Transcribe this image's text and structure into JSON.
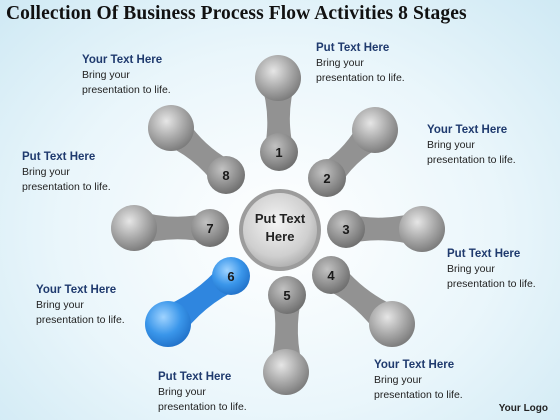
{
  "title": "Collection Of Business Process Flow Activities 8 Stages",
  "center_label": [
    "Put Text",
    "Here"
  ],
  "stages": [
    {
      "number": "1",
      "heading": "Put Text Here",
      "body": [
        "Bring your",
        "presentation to life."
      ],
      "highlighted": false
    },
    {
      "number": "2",
      "heading": "Your Text Here",
      "body": [
        "Bring your",
        "presentation to life."
      ],
      "highlighted": false
    },
    {
      "number": "3",
      "heading": "Put Text Here",
      "body": [
        "Bring your",
        "presentation to life."
      ],
      "highlighted": false
    },
    {
      "number": "4",
      "heading": "Your Text Here",
      "body": [
        "Bring your",
        "presentation to life."
      ],
      "highlighted": false
    },
    {
      "number": "5",
      "heading": "Put Text Here",
      "body": [
        "Bring your",
        "presentation to life."
      ],
      "highlighted": false
    },
    {
      "number": "6",
      "heading": "Your Text Here",
      "body": [
        "Bring your",
        "presentation to life."
      ],
      "highlighted": true
    },
    {
      "number": "7",
      "heading": "Put Text Here",
      "body": [
        "Bring your",
        "presentation to life."
      ],
      "highlighted": false
    },
    {
      "number": "8",
      "heading": "Your Text Here",
      "body": [
        "Bring your",
        "presentation to life."
      ],
      "highlighted": false
    }
  ],
  "colors": {
    "gray": "#9a9a9a",
    "highlight": "#2f8de4"
  },
  "logo": "Your Logo"
}
